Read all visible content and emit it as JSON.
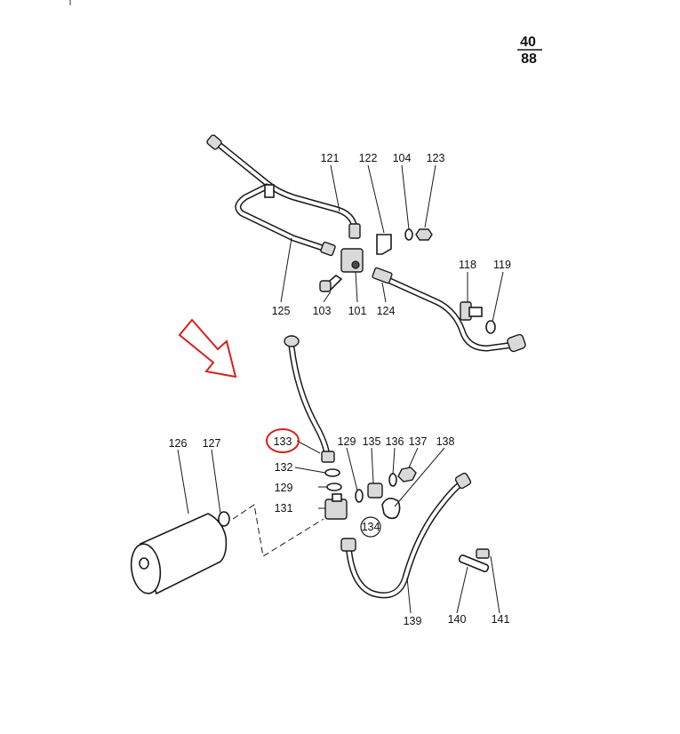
{
  "page_number": {
    "top": "40",
    "bottom": "88"
  },
  "callouts": {
    "p101": "101",
    "p103": "103",
    "p104": "104",
    "p118": "118",
    "p119": "119",
    "p121": "121",
    "p122": "122",
    "p123": "123",
    "p124": "124",
    "p125": "125",
    "p126": "126",
    "p127": "127",
    "p129a": "129",
    "p129b": "129",
    "p131": "131",
    "p132": "132",
    "p133": "133",
    "p134": "134",
    "p135": "135",
    "p136": "136",
    "p137": "137",
    "p138": "138",
    "p139": "139",
    "p140": "140",
    "p141": "141"
  },
  "highlight": {
    "part": "133",
    "color": "#d62020"
  },
  "colors": {
    "annotation": "#d62020",
    "line": "#1a1a1a"
  }
}
